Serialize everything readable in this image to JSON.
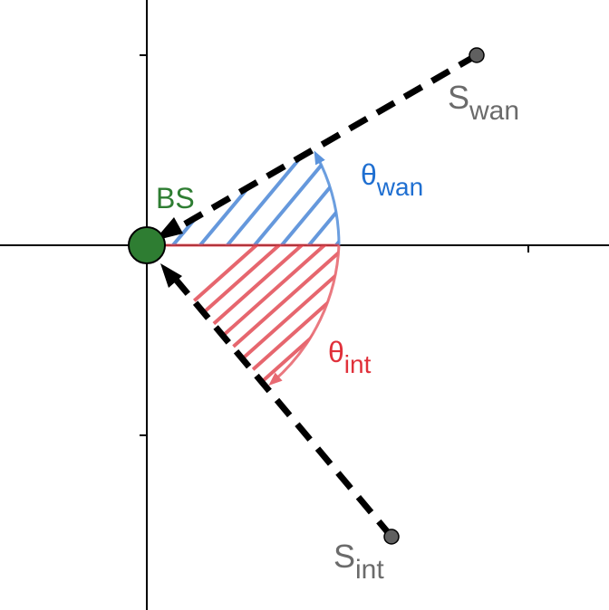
{
  "labels": {
    "base_station": "BS",
    "wanted_source_main": "S",
    "wanted_source_sub": "wan",
    "interferer_main": "S",
    "interferer_sub": "int",
    "angle_wanted_main": "θ",
    "angle_wanted_sub": "wan",
    "angle_interferer_main": "θ",
    "angle_interferer_sub": "int"
  },
  "colors": {
    "base_station_fill": "#2e7d32",
    "wanted": "#1f6fd1",
    "interferer": "#e0303a",
    "source_point": "#606060",
    "dashed_line": "#000000",
    "axes": "#000000",
    "label_gray": "#6b6b6b"
  }
}
